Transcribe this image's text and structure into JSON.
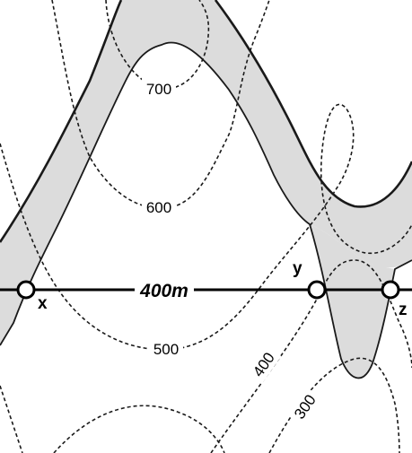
{
  "contours": {
    "c700": "700",
    "c600": "600",
    "c500": "500",
    "c400": "400",
    "c300": "300"
  },
  "section_line": {
    "label": "400m"
  },
  "points": {
    "x": "x",
    "y": "y",
    "z": "z"
  },
  "colors": {
    "band_fill": "#dcdcdc",
    "ink": "#1a1a1a",
    "background": "#ffffff"
  }
}
